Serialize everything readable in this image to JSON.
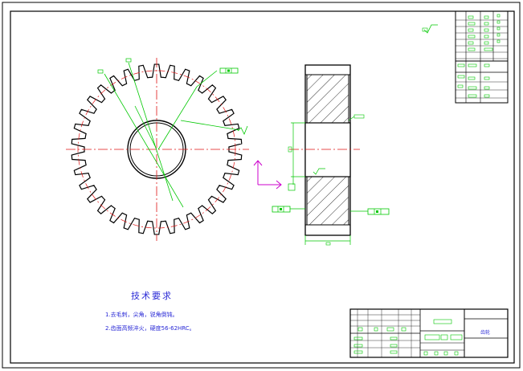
{
  "drawing": {
    "technical_requirements_title": "技术要求",
    "notes": [
      "1.去毛刺，尖角，锐角倒钝。",
      "2.齿面高频淬火，硬度56-62HRC。"
    ],
    "title_block_name": "齿轮"
  },
  "colors": {
    "border": "#000000",
    "gear_outline": "#000000",
    "center_line": "#e01515",
    "dimension": "#00c800",
    "hatch": "#000000",
    "arrow": "#cc00cc",
    "text": "#2b2bd6"
  },
  "gear": {
    "teeth": 34
  }
}
